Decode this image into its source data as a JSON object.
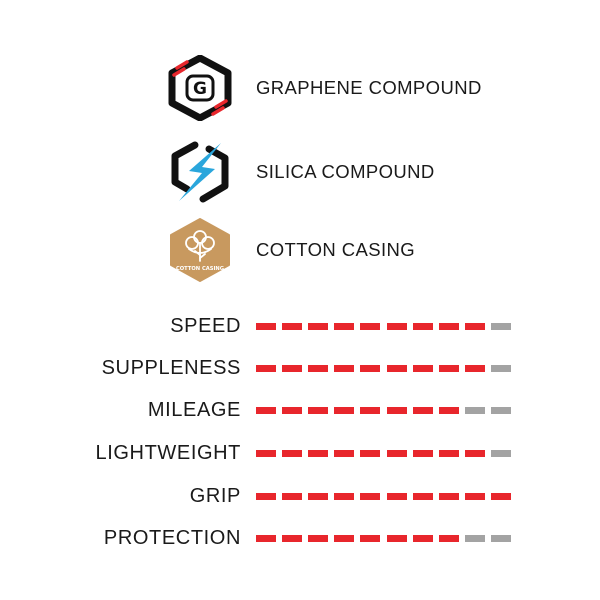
{
  "colors": {
    "rating_on": "#e8262c",
    "rating_off": "#a3a3a3",
    "graphene_badge_outline": "#111111",
    "graphene_badge_accent": "#e8262c",
    "silica_badge_outline": "#111111",
    "silica_badge_bolt": "#2aa6dc",
    "cotton_badge_fill": "#c8995f"
  },
  "features": [
    {
      "icon": "graphene-badge-icon",
      "badge_letter": "G",
      "label": "GRAPHENE COMPOUND"
    },
    {
      "icon": "silica-lightning-badge-icon",
      "label": "SILICA COMPOUND"
    },
    {
      "icon": "cotton-flower-badge-icon",
      "badge_text": "COTTON CASING",
      "label": "COTTON CASING"
    }
  ],
  "rating_scale_max": 10,
  "ratings": [
    {
      "label": "SPEED",
      "value": 9
    },
    {
      "label": "SUPPLENESS",
      "value": 9
    },
    {
      "label": "MILEAGE",
      "value": 8
    },
    {
      "label": "LIGHTWEIGHT",
      "value": 9
    },
    {
      "label": "GRIP",
      "value": 10
    },
    {
      "label": "PROTECTION",
      "value": 8
    }
  ]
}
